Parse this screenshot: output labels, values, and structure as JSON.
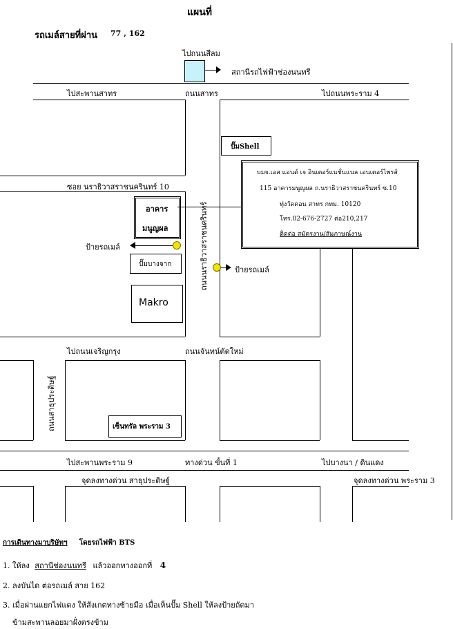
{
  "header": {
    "title": "แผนที่",
    "bus_label": "รถเมล์สายที่ผ่าน",
    "bus_numbers": "77 , 162"
  },
  "map": {
    "silom_label": "ไปถนนสีลม",
    "bts_station": "สถานีรถไฟฟ้าช่องนนทรี",
    "sathorn_bridge": "ไปสะพานสาทร",
    "sathorn_road": "ถนนสาทร",
    "rama4": "ไปถนนพระราม 4",
    "shell_pump": "ปั๊มShell",
    "soi10": "ซอย นราธิวาสราชนครินทร์ 10",
    "building_line1": "อาคาร",
    "building_line2": "มนูญผล",
    "bus_stop_left": "ป้ายรถเมล์",
    "bus_stop_right": "ป้ายรถเมล์",
    "bangchak": "ปั๊มบางจาก",
    "makro": "Makro",
    "narathiwat_road": "ถนนนราธิวาสราชนครินทร์",
    "company": {
      "name": "บมจ.เอส แอนด์ เจ อินเตอร์แนชั่นแนล เอนเตอร์ไพรส์",
      "address1": "115 อาคารมนูญผล ถ.นราธิวาสราชนครินทร์ ซ.10",
      "address2": "ทุ่งวัดดอน สาทร กทม. 10120",
      "phone": "โทร.02-676-2727 ต่อ210,217",
      "contact": "ติดต่อ  สมัครงาน/สัมภาษณ์งาน"
    },
    "charoenkrung": "ไปถนนเจริญกรุง",
    "chan_road": "ถนนจันทน์ตัดใหม่",
    "sathupradit_road": "ถนนสาธุประดิษฐ์",
    "central_rama3": "เซ็นทรัล พระราม 3",
    "rama9_bridge": "ไปสะพานพระราม 9",
    "expressway1": "ทางด่วน ขั้นที่ 1",
    "bangna": "ไปบางนา / ดินแดง",
    "sathupradit_exit": "จุดลงทางด่วน สาธุประดิษฐ์",
    "rama3_exit": "จุดลงทางด่วน พระราม 3"
  },
  "directions": {
    "heading": "การเดินทางมาบริษัทฯ",
    "heading_sub": "โดยรถไฟฟ้า BTS",
    "step1_pre": "1. ให้ลง",
    "step1_station": "สถานีช่องนนทรี",
    "step1_mid": "แล้วออกทางออกที่",
    "step1_exit": "4",
    "step2": "2. ลงบันได ต่อรถเมล์ สาย 162",
    "step3_line1": "3.  เมื่อผ่านแยกไฟแดง  ให้สังเกตทางซ้ายมือ  เมื่อเห็นปั๊ม Shell ให้ลงป้ายถัดมา",
    "step3_line2": "ข้ามสะพานลอยมาฝั่งตรงข้าม"
  },
  "colors": {
    "bts_fill": "#c8f2fb",
    "sign_fill": "#f2e400"
  }
}
